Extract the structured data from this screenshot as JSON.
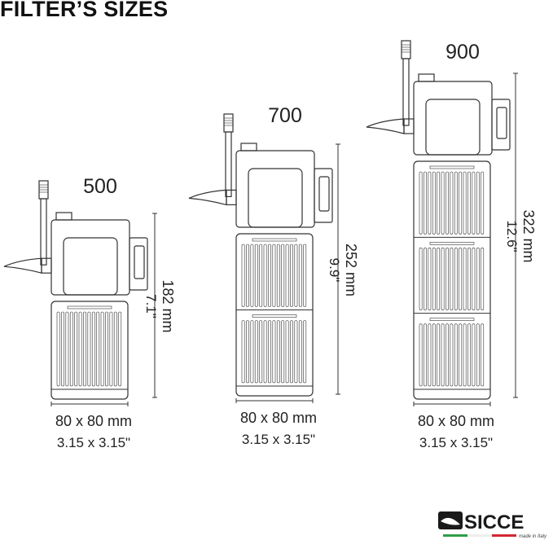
{
  "title": "FILTER’S SIZES",
  "models": [
    {
      "name": "500",
      "height_mm": "182 mm",
      "height_in": "7.1\"",
      "width_mm": "80 x 80 mm",
      "width_in": "3.15 x 3.15\""
    },
    {
      "name": "700",
      "height_mm": "252 mm",
      "height_in": "9.9\"",
      "width_mm": "80 x 80 mm",
      "width_in": "3.15 x 3.15\""
    },
    {
      "name": "900",
      "height_mm": "322 mm",
      "height_in": "12.6\"",
      "width_mm": "80 x 80 mm",
      "width_in": "3.15 x 3.15\""
    }
  ],
  "logo": {
    "brand": "SICCE",
    "tagline": "made in Italy",
    "flag_colors": [
      "#2e9e45",
      "#ffffff",
      "#d32630"
    ]
  },
  "colors": {
    "line": "#333333",
    "text": "#222222"
  }
}
